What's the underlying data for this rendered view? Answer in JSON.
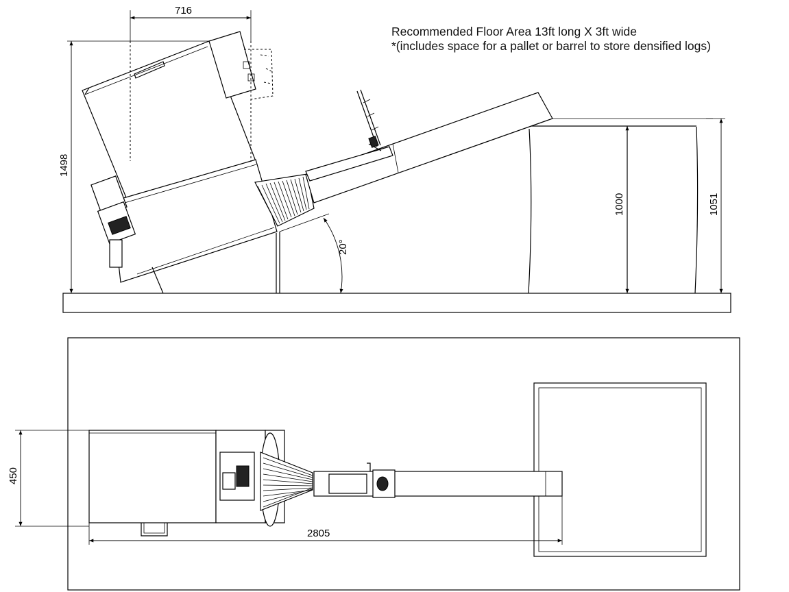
{
  "notes": {
    "line1": "Recommended Floor Area 13ft long X 3ft wide",
    "line2": "*(includes space for a pallet or barrel to store densified logs)"
  },
  "side_view": {
    "dim_top_width": "716",
    "dim_height": "1498",
    "dim_pallet_height": "1000",
    "dim_conveyor_height": "1051",
    "angle": "20°"
  },
  "top_view": {
    "dim_width": "450",
    "dim_length": "2805"
  }
}
